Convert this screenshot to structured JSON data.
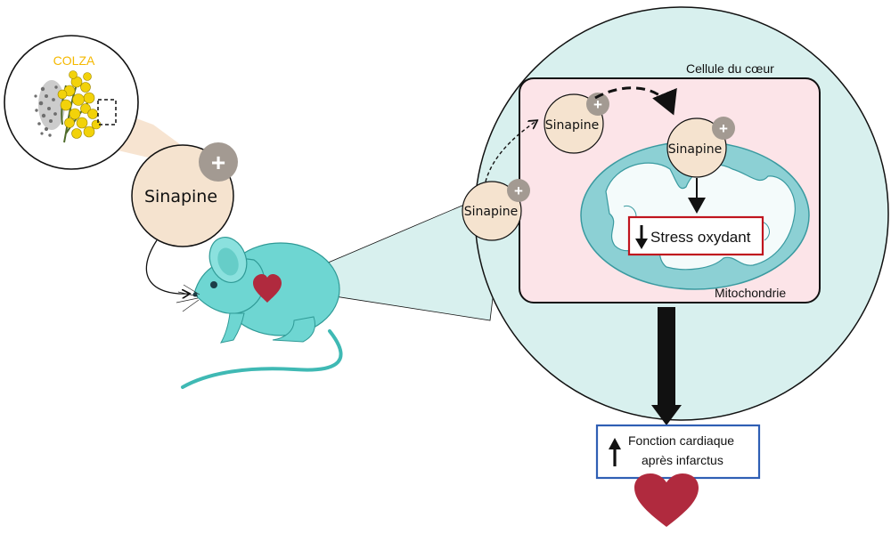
{
  "plant_label": "COLZA",
  "molecule_label": "Sinapine",
  "charge_symbol": "+",
  "cell_label": "Cellule du cœur",
  "mitochondria_label": "Mitochondrie",
  "stress_label": "Stress oxydant",
  "outcome_line1": "Fonction cardiaque",
  "outcome_line2": "après infarctus",
  "colors": {
    "plant_label": "#f5b800",
    "cell_zoom": "#d8f0ee",
    "cell_body": "#fce4e8",
    "mitochondria": "#8cd0d4",
    "molecule": "#f5e3cf",
    "charge": "#a39a92",
    "mouse": "#6ed6d2",
    "heart": "#b02a3e",
    "stress_border": "#c0141e",
    "outcome_border": "#2f5fb4"
  }
}
